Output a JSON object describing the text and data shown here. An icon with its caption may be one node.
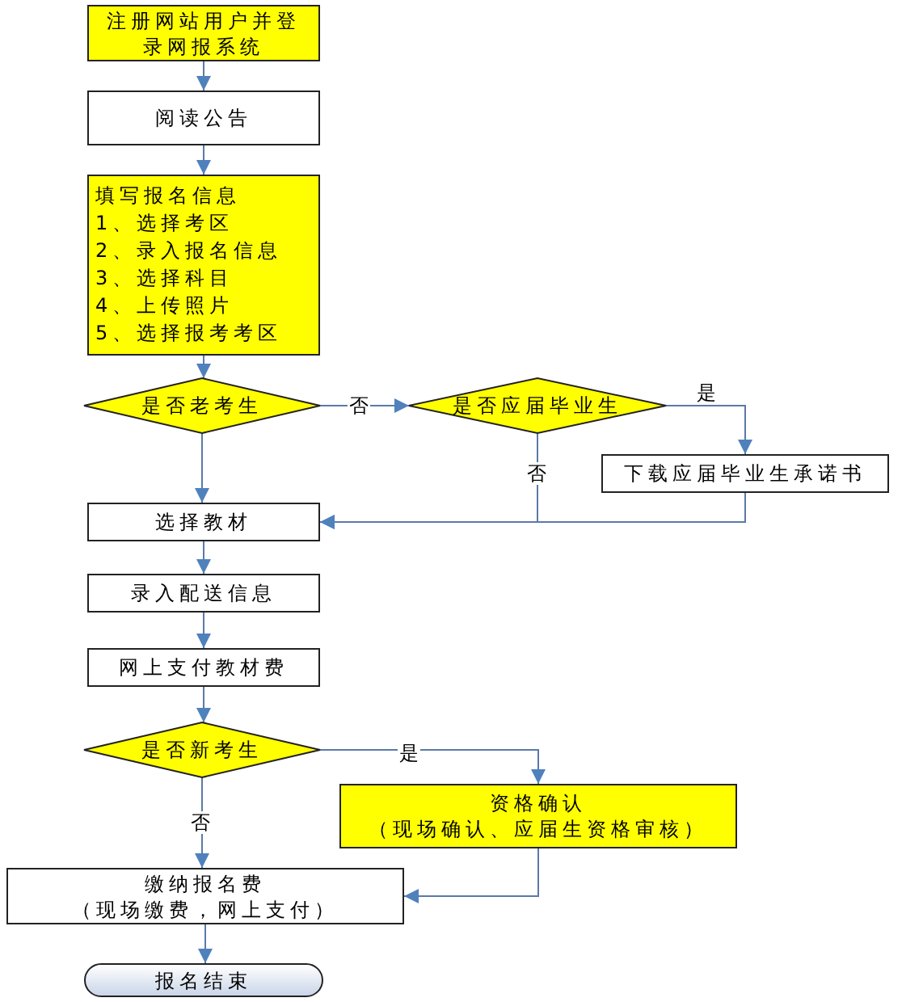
{
  "diagram": {
    "nodes": [
      {
        "text": [
          "注册网站用户并登录网报系统"
        ]
      },
      {
        "text": [
          "阅读公告"
        ]
      },
      {
        "text": [
          "填写报名信息",
          "1、选择考区",
          "2、录入报名信息",
          "3、选择科目",
          "4、上传照片",
          "5、选择报考考区"
        ]
      },
      {
        "text": [
          "是否老考生"
        ]
      },
      {
        "text": [
          "是否应届毕业生"
        ]
      },
      {
        "text": [
          "下载应届毕业生承诺书"
        ]
      },
      {
        "text": [
          "选择教材"
        ]
      },
      {
        "text": [
          "录入配送信息"
        ]
      },
      {
        "text": [
          "网上支付教材费"
        ]
      },
      {
        "text": [
          "是否新考生"
        ]
      },
      {
        "text": [
          "资格确认",
          "（现场确认、应届生资格审核）"
        ]
      },
      {
        "text": [
          "缴纳报名费",
          "（现场缴费，网上支付）"
        ]
      },
      {
        "text": [
          "报名结束"
        ]
      }
    ],
    "edges": [
      {
        "from": 0,
        "to": 1,
        "arrow": "to"
      },
      {
        "from": 1,
        "to": 2,
        "arrow": "to"
      },
      {
        "from": 2,
        "to": 3,
        "arrow": "to"
      },
      {
        "from": 3,
        "to": 4,
        "arrow": "to",
        "label": "否"
      },
      {
        "from": 4,
        "to": 5,
        "arrow": "to",
        "label": "是"
      },
      {
        "from": 3,
        "to": 6,
        "arrow": "to"
      },
      {
        "from": 4,
        "to": 6,
        "arrow": "to",
        "label": "否"
      },
      {
        "from": 5,
        "to": 6,
        "arrow": "to"
      },
      {
        "from": 6,
        "to": 7,
        "arrow": "to"
      },
      {
        "from": 7,
        "to": 8,
        "arrow": "to"
      },
      {
        "from": 8,
        "to": 9,
        "arrow": "to"
      },
      {
        "from": 9,
        "to": 10,
        "arrow": "to",
        "label": "是"
      },
      {
        "from": 9,
        "to": 11,
        "arrow": "to",
        "label": "否"
      },
      {
        "from": 10,
        "to": 11,
        "arrow": "to"
      },
      {
        "from": 11,
        "to": 12,
        "arrow": "to"
      }
    ]
  }
}
